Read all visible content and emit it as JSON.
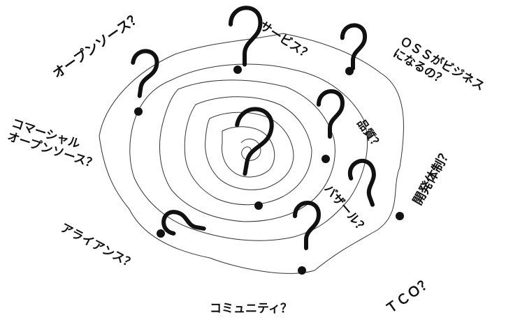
{
  "labels": {
    "open_source": "オープンソース？",
    "service": "サービス？",
    "oss_business": "ＯＳＳがビジネス\nになるの？",
    "commercial_open_source": "コマーシャル\nオープンソース？",
    "quality": "品質？",
    "dev_system": "開発体制？",
    "bazaar": "バザール？",
    "alliance": "アライアンス？",
    "tco": "ＴＣＯ？",
    "community": "コミュニティ？"
  },
  "colors": {
    "ink": "#111111",
    "contour": "#333333",
    "background": "#ffffff"
  },
  "icons": [
    "question-mark-icon",
    "dot-marker-icon"
  ]
}
